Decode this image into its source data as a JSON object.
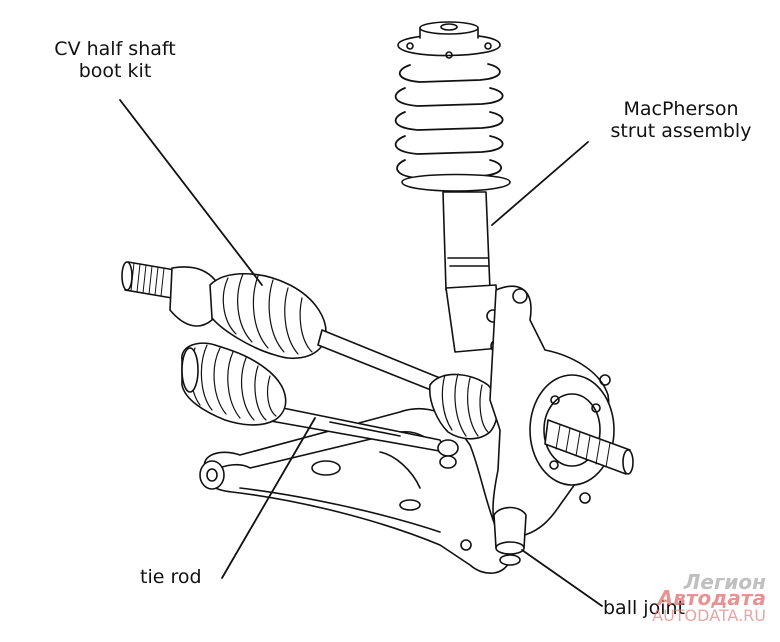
{
  "labels": {
    "cv_line1": "CV half shaft",
    "cv_line2": "boot kit",
    "mac_line1": "MacPherson",
    "mac_line2": "strut assembly",
    "tie_rod": "tie rod",
    "ball_joint": "ball joint"
  },
  "watermark": {
    "line1": "Легион",
    "line2": "Автодата",
    "line3": "AUTODATA.RU"
  },
  "colors": {
    "ink": "#111111",
    "paper": "#ffffff",
    "watermark_red": "#e07070"
  }
}
